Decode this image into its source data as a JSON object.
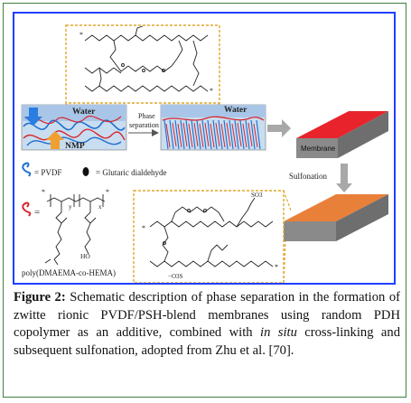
{
  "figure": {
    "labels": {
      "water_left": "Water",
      "nmp": "NMP",
      "phase_sep_line1": "Phase",
      "phase_sep_line2": "separation",
      "water_right": "Water",
      "membrane": "Membrane",
      "sulfonation": "Sulfonation",
      "pvdf_legend": "= PVDF",
      "glut_legend": "= Glutaric dialdehyde",
      "copolymer_eq": "=",
      "copolymer_name": "poly(DMAEMA-co-HEMA)",
      "so3_top": "SO3",
      "so3_bottom": "−O3S",
      "ho": "HO",
      "x_sub": "x",
      "y_sub": "y",
      "star": "*"
    },
    "colors": {
      "frame": "#1f3fff",
      "border": "#3f7f3f",
      "dash_box": "#e0a72a",
      "membrane_top": "#e8232b",
      "membrane_sulfonated": "#e9803a",
      "slab_side": "#8a8a8a",
      "arrow": "#a8a8a8",
      "pvdf": "#1f6fd0",
      "copolymer": "#d8272f"
    }
  },
  "caption": {
    "label": "Figure 2:",
    "text_1": " Schematic description of phase separation in the formation of zwitte rionic PVDF/PSH-blend membranes using random PDH copolymer as an additive, combined with ",
    "italic": "in situ",
    "text_2": " cross-linking and subsequent sulfonation, adopted from Zhu et al. [70]."
  }
}
